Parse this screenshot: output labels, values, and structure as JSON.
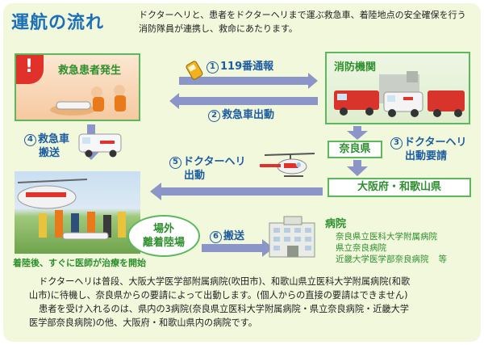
{
  "title": "運航の流れ",
  "intro": "ドクターヘリと、患者をドクターヘリまで運ぶ救急車、着陸地点の安全確保を行う消防隊員が連携し、救命にあたります。",
  "nodes": {
    "patient": "救急患者発生",
    "patient_badge": "!",
    "fire_dept": "消防機関",
    "nara": "奈良県",
    "osaka": "大阪府・和歌山県",
    "landing": [
      "場外",
      "離着陸場"
    ],
    "hospital": "病院"
  },
  "steps": {
    "s1": {
      "num": "1",
      "text": "119番通報"
    },
    "s2": {
      "num": "2",
      "text": "救急車出動"
    },
    "s3": {
      "num": "3",
      "line1": "ドクターヘリ",
      "line2": "出動要請"
    },
    "s4": {
      "num": "4",
      "line1": "救急車",
      "line2": "搬送"
    },
    "s5": {
      "num": "5",
      "line1": "ドクターヘリ",
      "line2": "出動"
    },
    "s6": {
      "num": "6",
      "text": "搬送"
    }
  },
  "photo_caption": "着陸後、すぐに医師が治療を開始",
  "hospitals": [
    "奈良県立医科大学附属病院",
    "県立奈良病院",
    "近畿大学医学部奈良病院"
  ],
  "hospitals_suffix": "等",
  "bottom_text": [
    "ドクターヘリは普段、大阪大学医学部附属病院(吹田市)、和歌山県立医科大学附属病院(和歌",
    "山市)に待機し、奈良県からの要請によって出動します。(個人からの直接の要請はできません)",
    "患者を受け入れるのは、県内の3病院(奈良県立医科大学附属病院・県立奈良病院・近畿大学",
    "医学部奈良病院)の他、大阪府・和歌山県内の病院です。"
  ],
  "colors": {
    "green": "#2d8f2d",
    "blue": "#1d5c9f",
    "title": "#1b6fb9",
    "arrow": "#8c95c8",
    "alert": "#e0322a"
  }
}
